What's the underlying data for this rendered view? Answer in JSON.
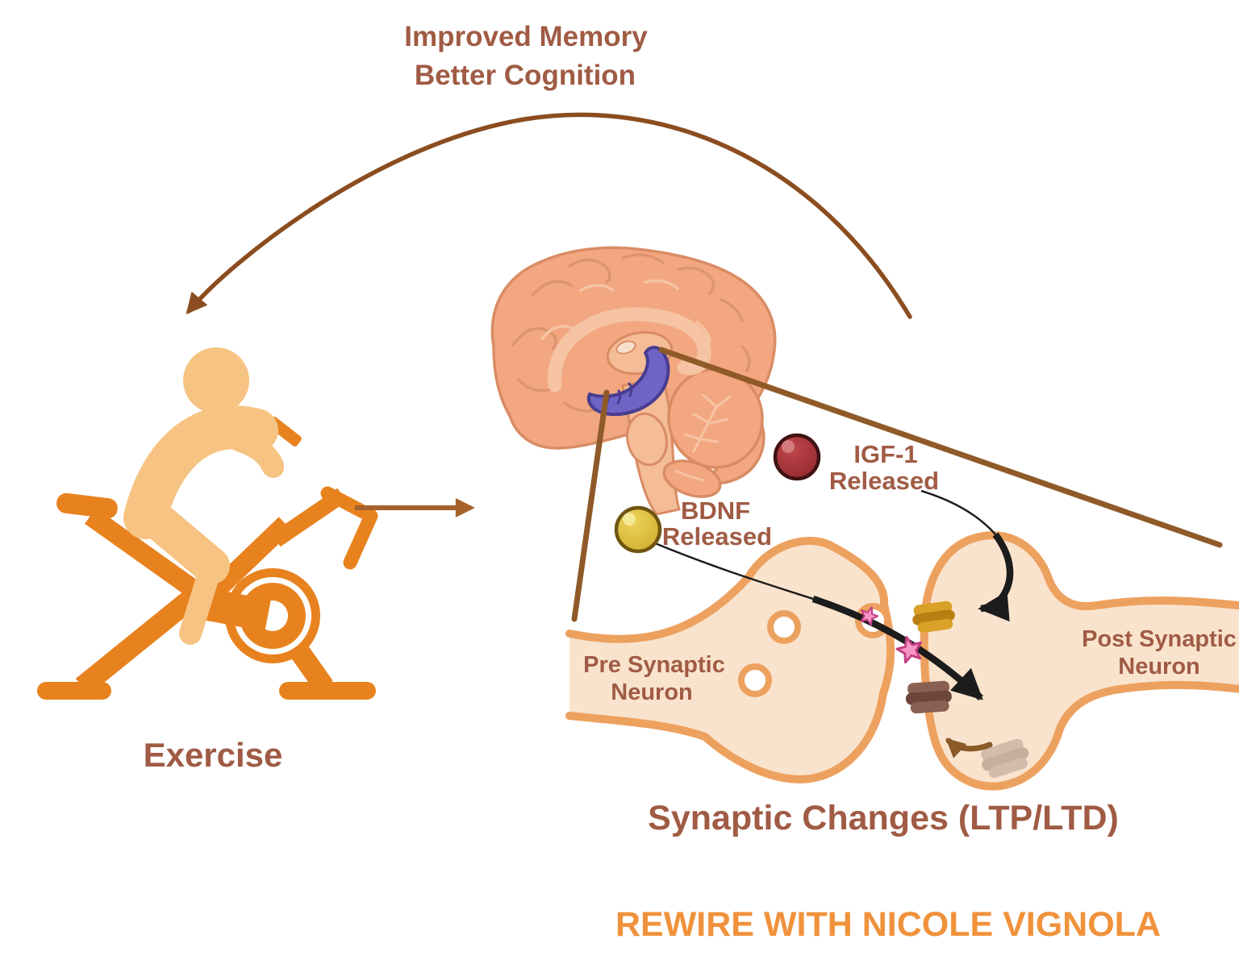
{
  "figure": {
    "cycle_label": {
      "line1": "Improved Memory",
      "line2": "Better Cognition"
    },
    "exercise": {
      "label": "Exercise"
    },
    "bdnf": {
      "name": "BDNF",
      "action": "Released"
    },
    "igf1": {
      "name": "IGF-1",
      "action": "Released"
    },
    "pre_neuron": {
      "line1": "Pre Synaptic",
      "line2": "Neuron"
    },
    "post_neuron": {
      "line1": "Post Synaptic",
      "line2": "Neuron"
    },
    "caption": "Synaptic Changes (LTP/LTD)",
    "branding": "REWIRE WITH NICOLE VIGNOLA"
  },
  "icons": {
    "exercise-bike-icon": "person riding stationary spin bike while looking at phone",
    "brain-icon": "sagittal human brain with cerebellum and brainstem",
    "hippocampus-icon": "purple hippocampus highlighted inside brain",
    "bdnf-molecule-icon": "yellow sphere",
    "igf1-molecule-icon": "dark red sphere",
    "neurotransmitter-star-icon": "pink sparkle stars in synaptic cleft",
    "receptor-icons": "gold, brown and faded folded receptor blobs on post synaptic membrane",
    "feedback-arc-arrow": "large brown arc from synapse back to exercise",
    "flow-arrow": "horizontal brown arrow from exercise to brain",
    "magnifier-lines": "brown lines zooming hippocampus into synapse view",
    "signal-arrows": "black curved arrows from BDNF and IGF-1 into post synaptic neuron",
    "recycle-arrow": "small brown curved arrow at receptor internalization"
  },
  "colors": {
    "text-brown": "#A05B44",
    "brand-orange": "#F0923B",
    "arc-brown": "#8B4D1F",
    "mag-brown": "#8F5A28",
    "flow-brown": "#A5622A",
    "bike-orange": "#E8821E",
    "person-peach": "#F7C382",
    "neuron-fill": "#FAE3CD",
    "neuron-stroke": "#EDA15F",
    "brain-fill": "#F2A781",
    "brain-stroke": "#D98C64",
    "brain-gyrus": "#DE9470",
    "brain-light": "#F6C4A4",
    "brain-inner": "#F4BC97",
    "hippo-purple": "#6F63C5",
    "hippo-dark": "#473C90",
    "bdnf-yellow": "#E0C23A",
    "bdnf-dark": "#6E5510",
    "igf-red": "#A93439",
    "igf-dark": "#3F1112",
    "star-pink": "#F795C5",
    "star-dark": "#C23E82",
    "receptor-gold": "#D9A128",
    "receptor-gold-dark": "#B97F12",
    "receptor-brown": "#8A6052",
    "receptor-brown-dark": "#6E463B",
    "receptor-faded": "#C9B3A5",
    "receptor-faded-dark": "#BCA393",
    "black-ink": "#1C1C1C",
    "curl-brown": "#8A5A28"
  }
}
